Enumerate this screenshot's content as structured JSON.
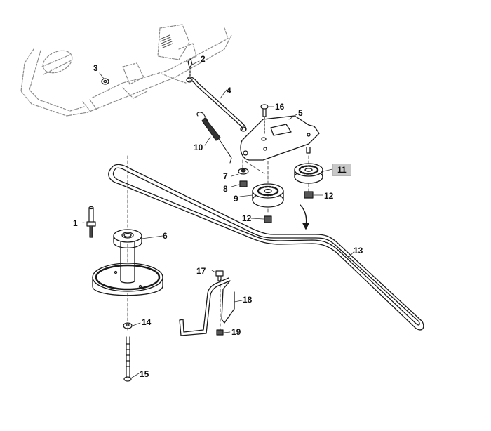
{
  "diagram": {
    "title": "Belt drive / idler assembly parts diagram",
    "highlighted_callout": "11",
    "highlight_color": "#c8c8c8",
    "line_color": "#1a1a1a",
    "phantom_color": "#9a9a9a",
    "callouts": [
      {
        "id": "1",
        "part": "shoulder-bolt"
      },
      {
        "id": "2",
        "part": "clip"
      },
      {
        "id": "3",
        "part": "washer"
      },
      {
        "id": "4",
        "part": "rod"
      },
      {
        "id": "5",
        "part": "idler-bracket"
      },
      {
        "id": "6",
        "part": "drive-pulley"
      },
      {
        "id": "7",
        "part": "spacer"
      },
      {
        "id": "8",
        "part": "nut"
      },
      {
        "id": "9",
        "part": "idler-pulley-flat"
      },
      {
        "id": "10",
        "part": "spring"
      },
      {
        "id": "11",
        "part": "idler-pulley-v"
      },
      {
        "id": "12",
        "part": "nut"
      },
      {
        "id": "12",
        "part": "nut"
      },
      {
        "id": "13",
        "part": "belt"
      },
      {
        "id": "14",
        "part": "nut"
      },
      {
        "id": "15",
        "part": "bolt"
      },
      {
        "id": "16",
        "part": "bolt"
      },
      {
        "id": "17",
        "part": "bolt"
      },
      {
        "id": "18",
        "part": "belt-guide"
      },
      {
        "id": "19",
        "part": "nut"
      }
    ]
  }
}
